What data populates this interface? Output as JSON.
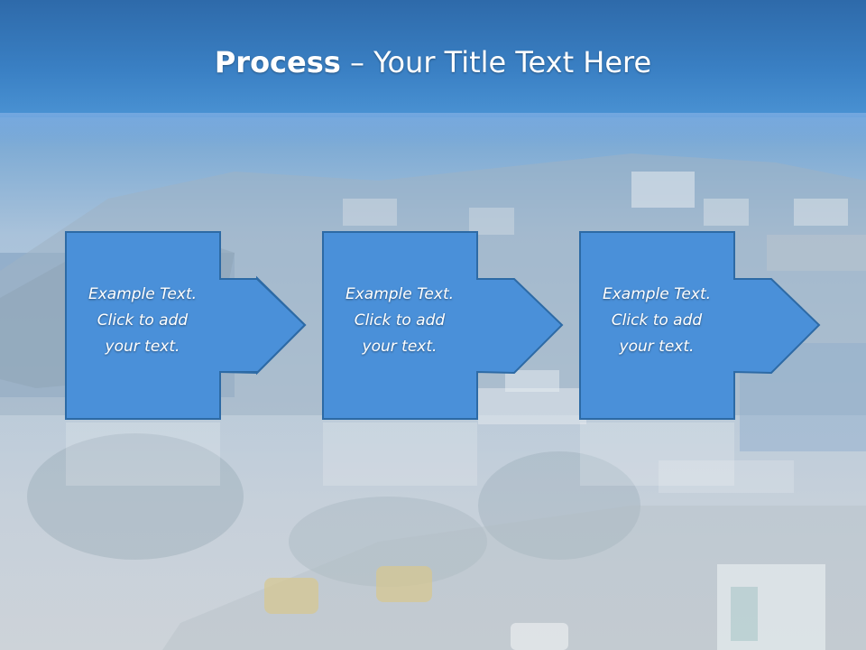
{
  "slide": {
    "title_bold": "Process",
    "title_rest": " – Your Title Text Here"
  },
  "steps": [
    {
      "lines": [
        "Example Text.",
        "Click  to add",
        "your text."
      ]
    },
    {
      "lines": [
        "Example Text.",
        "Click  to add",
        "your text."
      ]
    },
    {
      "lines": [
        "Example Text.",
        "Click  to add",
        "your text."
      ]
    }
  ],
  "colors": {
    "banner": "#3a80c4",
    "step_fill": "#4a90d9",
    "step_stroke": "#2d6aa5"
  }
}
